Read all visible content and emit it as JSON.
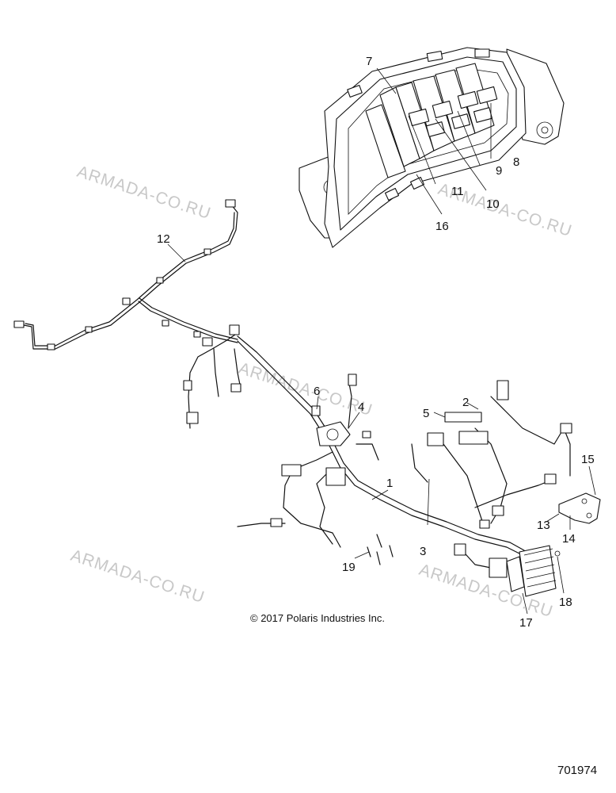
{
  "diagram": {
    "callouts": [
      {
        "id": "c1",
        "label": "1"
      },
      {
        "id": "c2",
        "label": "2"
      },
      {
        "id": "c3",
        "label": "3"
      },
      {
        "id": "c4",
        "label": "4"
      },
      {
        "id": "c5",
        "label": "5"
      },
      {
        "id": "c6",
        "label": "6"
      },
      {
        "id": "c7",
        "label": "7"
      },
      {
        "id": "c8",
        "label": "8"
      },
      {
        "id": "c9",
        "label": "9"
      },
      {
        "id": "c10",
        "label": "10"
      },
      {
        "id": "c11",
        "label": "11"
      },
      {
        "id": "c12",
        "label": "12"
      },
      {
        "id": "c13",
        "label": "13"
      },
      {
        "id": "c14",
        "label": "14"
      },
      {
        "id": "c15",
        "label": "15"
      },
      {
        "id": "c16",
        "label": "16"
      },
      {
        "id": "c17",
        "label": "17"
      },
      {
        "id": "c18",
        "label": "18"
      },
      {
        "id": "c19",
        "label": "19"
      }
    ],
    "watermark": "ARMADA-CO.RU",
    "copyright": "© 2017 Polaris Industries Inc.",
    "part_number": "701974"
  }
}
